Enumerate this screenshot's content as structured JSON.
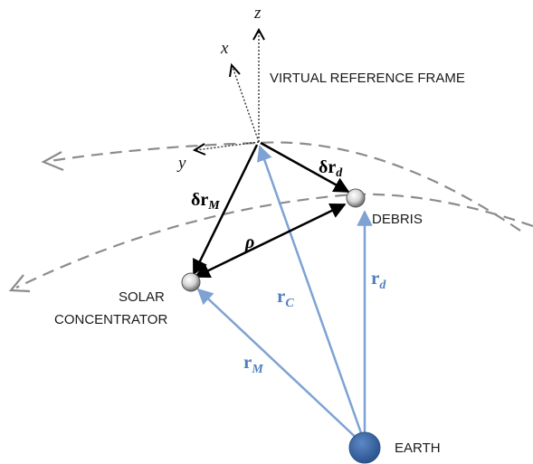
{
  "labels": {
    "frame": "VIRTUAL REFERENCE FRAME",
    "debris": "DEBRIS",
    "concentrator_line1": "SOLAR",
    "concentrator_line2": "CONCENTRATOR",
    "earth": "EARTH"
  },
  "axes": {
    "x": "x",
    "y": "y",
    "z": "z"
  },
  "vectors": {
    "delta_rM": {
      "prefix": "δr",
      "sub": "M"
    },
    "delta_rd": {
      "prefix": "δr",
      "sub": "d"
    },
    "rho": "ρ",
    "rC": {
      "main": "r",
      "sub": "C"
    },
    "rd": {
      "main": "r",
      "sub": "d"
    },
    "rM": {
      "main": "r",
      "sub": "M"
    }
  },
  "colors": {
    "blue_vector": "#7da2d3",
    "blue_label": "#4f7fbf",
    "earth": "#3c69a8",
    "black": "#000000",
    "orbit": "#8c8c8c"
  }
}
